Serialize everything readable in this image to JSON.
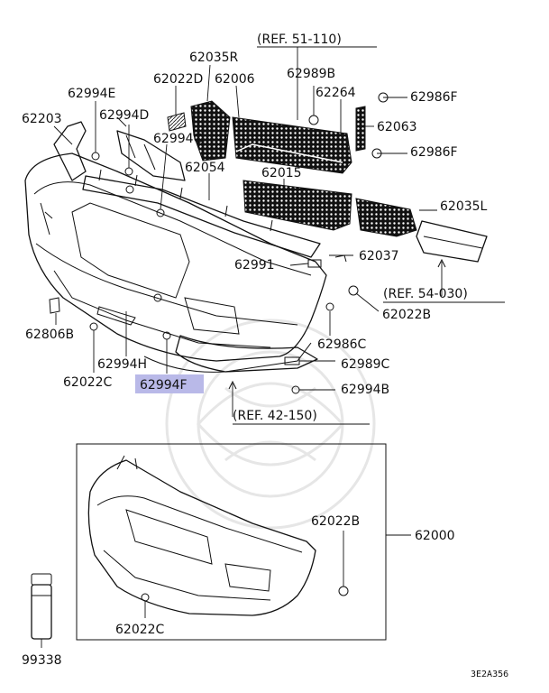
{
  "diagram": {
    "refs": {
      "r51": "(REF. 51-110)",
      "r54": "(REF. 54-030)",
      "r42": "(REF. 42-150)"
    },
    "labels": {
      "l62035R": "62035R",
      "l62022D": "62022D",
      "l62006": "62006",
      "l62989B": "62989B",
      "l62264": "62264",
      "l62986F_a": "62986F",
      "l62994E": "62994E",
      "l62063": "62063",
      "l62203": "62203",
      "l62994D": "62994D",
      "l62994C": "62994C",
      "l62986F_b": "62986F",
      "l62054": "62054",
      "l62015": "62015",
      "l62035L": "62035L",
      "l62037": "62037",
      "l62991": "62991",
      "l62022B_a": "62022B",
      "l62806B": "62806B",
      "l62986C": "62986C",
      "l62994H": "62994H",
      "l62989C": "62989C",
      "l62022C_a": "62022C",
      "l62994F": "62994F",
      "l62994B": "62994B",
      "l62022B_b": "62022B",
      "l62000": "62000",
      "l62022C_b": "62022C",
      "l99338": "99338"
    },
    "footer_code": "3E2A356",
    "highlight_color": "#b9b9e8"
  }
}
